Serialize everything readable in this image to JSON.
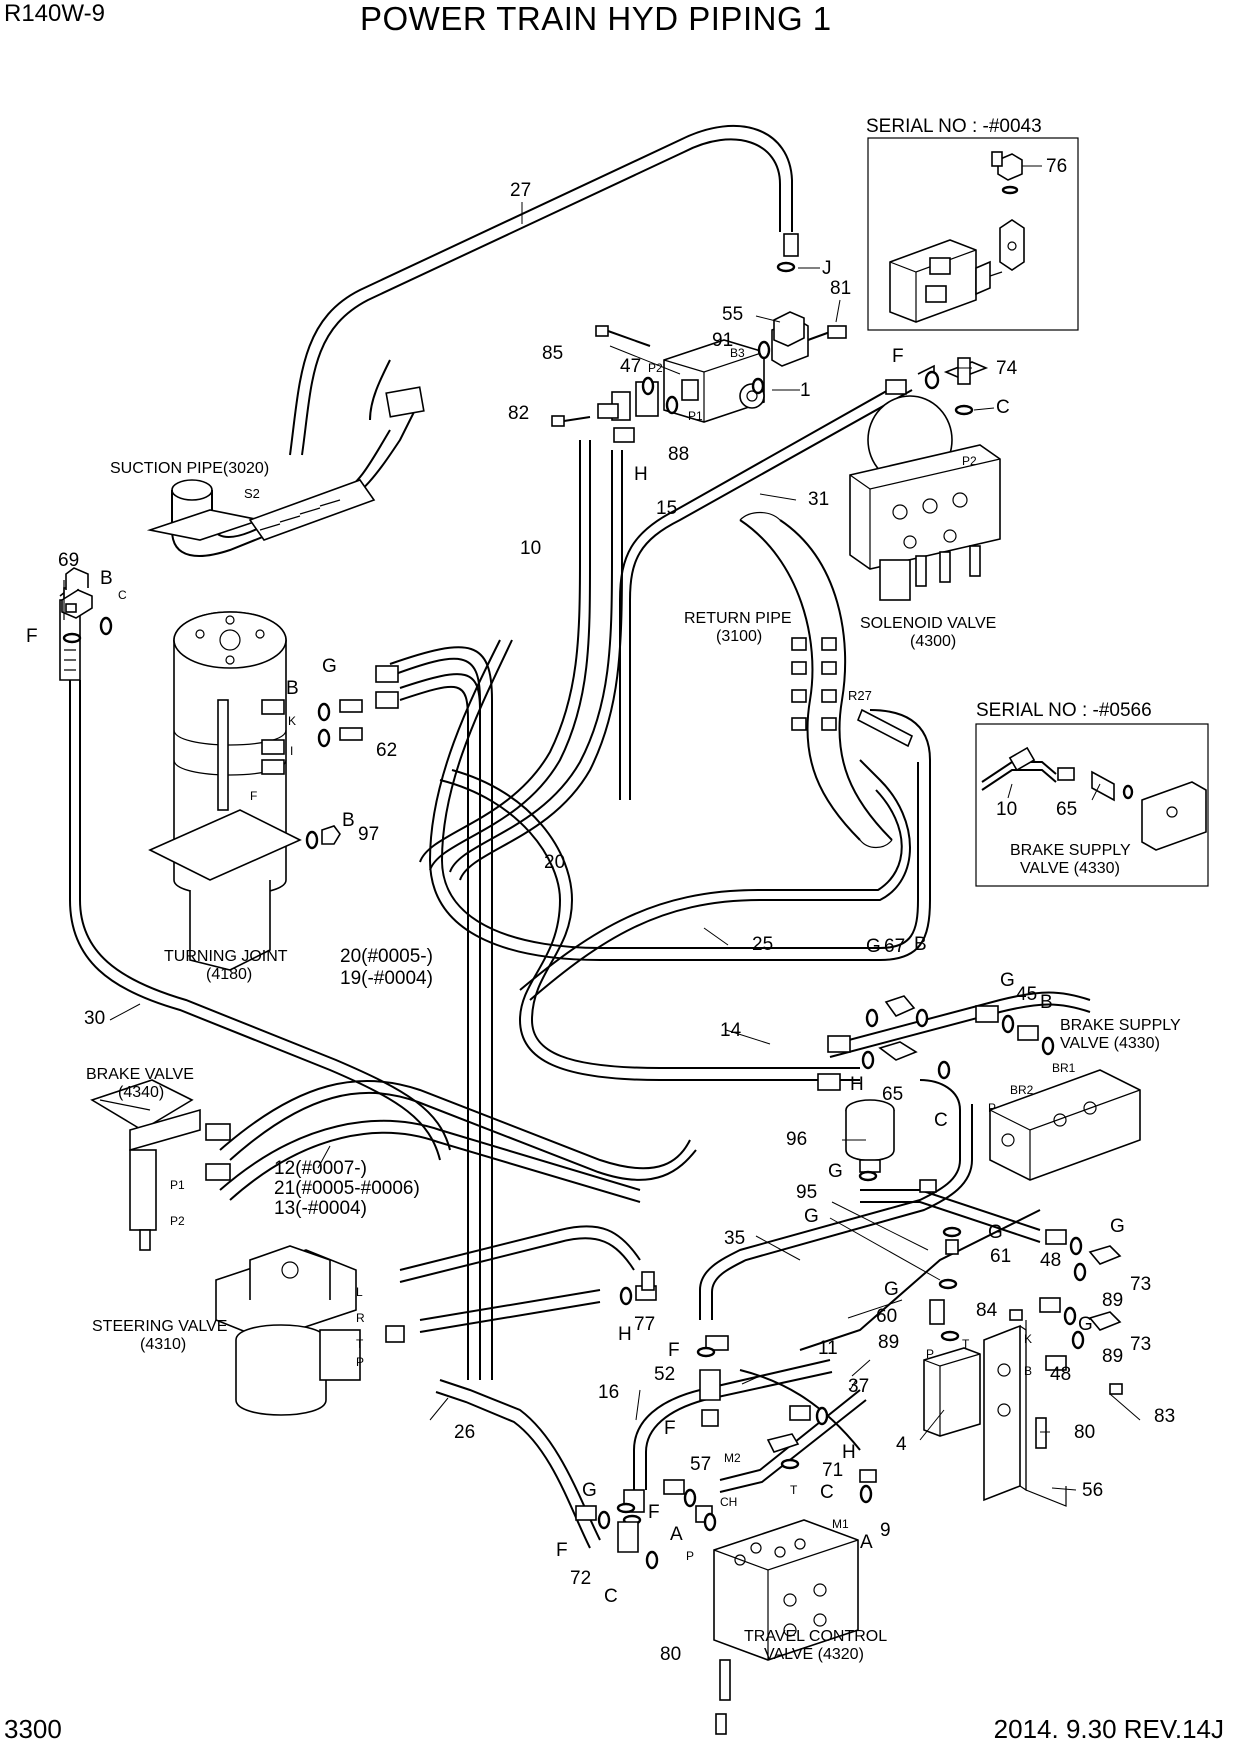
{
  "header": {
    "model": "R140W-9",
    "title": "POWER TRAIN HYD PIPING 1"
  },
  "footer": {
    "page": "3300",
    "date_rev": "2014. 9.30  REV.14J"
  },
  "insets": {
    "top": {
      "serial": "SERIAL NO : -#0043",
      "callout": "76"
    },
    "right": {
      "serial": "SERIAL NO : -#0566",
      "callouts": [
        "10",
        "65"
      ],
      "label1": "BRAKE SUPPLY",
      "label2": "VALVE (4330)"
    }
  },
  "components": {
    "suction_pipe": "SUCTION PIPE(3020)",
    "suction_port": "S2",
    "return_pipe_1": "RETURN PIPE",
    "return_pipe_2": "(3100)",
    "return_port": "R27",
    "solenoid_1": "SOLENOID VALVE",
    "solenoid_2": "(4300)",
    "solenoid_port": "P2",
    "turning_joint_1": "TURNING JOINT",
    "turning_joint_2": "(4180)",
    "brake_valve_1": "BRAKE VALVE",
    "brake_valve_2": "(4340)",
    "brake_supply_1": "BRAKE SUPPLY",
    "brake_supply_2": "VALVE (4330)",
    "steering_valve_1": "STEERING VALVE",
    "steering_valve_2": "(4310)",
    "travel_control_1": "TRAVEL CONTROL",
    "travel_control_2": "VALVE (4320)"
  },
  "port_labels": {
    "pump_b3": "B3",
    "pump_p1": "P1",
    "pump_p2": "P2",
    "tj_c": "C",
    "tj_k": "K",
    "tj_i": "I",
    "tj_f": "F",
    "bv_p1": "P1",
    "bv_p2": "P2",
    "bs_br1": "BR1",
    "bs_br2": "BR2",
    "bs_p": "P",
    "sv_l": "L",
    "sv_r": "R",
    "sv_t": "T",
    "sv_p": "P",
    "tc_m2": "M2",
    "tc_ch": "CH",
    "tc_m1": "M1",
    "tc_p": "P",
    "tc_t": "T",
    "m4_p": "P",
    "m4_t": "T",
    "bk_k": "K",
    "bk_b": "B"
  },
  "callouts": [
    {
      "id": "c27",
      "text": "27"
    },
    {
      "id": "cJ",
      "text": "J"
    },
    {
      "id": "c81",
      "text": "81"
    },
    {
      "id": "c55",
      "text": "55"
    },
    {
      "id": "c91",
      "text": "91"
    },
    {
      "id": "c85",
      "text": "85"
    },
    {
      "id": "c47",
      "text": "47"
    },
    {
      "id": "c1",
      "text": "1"
    },
    {
      "id": "c82",
      "text": "82"
    },
    {
      "id": "c88",
      "text": "88"
    },
    {
      "id": "cH1",
      "text": "H"
    },
    {
      "id": "cF1",
      "text": "F"
    },
    {
      "id": "c74",
      "text": "74"
    },
    {
      "id": "cC1",
      "text": "C"
    },
    {
      "id": "c15",
      "text": "15"
    },
    {
      "id": "c31",
      "text": "31"
    },
    {
      "id": "c10",
      "text": "10"
    },
    {
      "id": "c69",
      "text": "69"
    },
    {
      "id": "cB1",
      "text": "B"
    },
    {
      "id": "cF2",
      "text": "F"
    },
    {
      "id": "cG1",
      "text": "G"
    },
    {
      "id": "cB2",
      "text": "B"
    },
    {
      "id": "c62",
      "text": "62"
    },
    {
      "id": "cB3",
      "text": "B"
    },
    {
      "id": "c97",
      "text": "97"
    },
    {
      "id": "c20",
      "text": "20"
    },
    {
      "id": "c25",
      "text": "25"
    },
    {
      "id": "c20b",
      "text": "20(#0005-)"
    },
    {
      "id": "c19",
      "text": "19(-#0004)"
    },
    {
      "id": "c30",
      "text": "30"
    },
    {
      "id": "c14",
      "text": "14"
    },
    {
      "id": "cG2",
      "text": "G"
    },
    {
      "id": "c67",
      "text": "67"
    },
    {
      "id": "cB4",
      "text": "B"
    },
    {
      "id": "cG3",
      "text": "G"
    },
    {
      "id": "c45",
      "text": "45"
    },
    {
      "id": "cB5",
      "text": "B"
    },
    {
      "id": "cH2",
      "text": "H"
    },
    {
      "id": "c65",
      "text": "65"
    },
    {
      "id": "cC2",
      "text": "C"
    },
    {
      "id": "c96",
      "text": "96"
    },
    {
      "id": "cG4",
      "text": "G"
    },
    {
      "id": "c12",
      "text": "12(#0007-)"
    },
    {
      "id": "c21",
      "text": "21(#0005-#0006)"
    },
    {
      "id": "c13",
      "text": "13(-#0004)"
    },
    {
      "id": "c95",
      "text": "95"
    },
    {
      "id": "cG5",
      "text": "G"
    },
    {
      "id": "cG6",
      "text": "G"
    },
    {
      "id": "c61",
      "text": "61"
    },
    {
      "id": "c35",
      "text": "35"
    },
    {
      "id": "c48a",
      "text": "48"
    },
    {
      "id": "cG7",
      "text": "G"
    },
    {
      "id": "c73a",
      "text": "73"
    },
    {
      "id": "cG8",
      "text": "G"
    },
    {
      "id": "c60",
      "text": "60"
    },
    {
      "id": "c89a",
      "text": "89"
    },
    {
      "id": "c84",
      "text": "84"
    },
    {
      "id": "c89b",
      "text": "89"
    },
    {
      "id": "cG9",
      "text": "G"
    },
    {
      "id": "c73b",
      "text": "73"
    },
    {
      "id": "c89c",
      "text": "89"
    },
    {
      "id": "c48b",
      "text": "48"
    },
    {
      "id": "c77",
      "text": "77"
    },
    {
      "id": "cH3",
      "text": "H"
    },
    {
      "id": "c11",
      "text": "11"
    },
    {
      "id": "cF3",
      "text": "F"
    },
    {
      "id": "c52",
      "text": "52"
    },
    {
      "id": "c83",
      "text": "83"
    },
    {
      "id": "c16",
      "text": "16"
    },
    {
      "id": "c37",
      "text": "37"
    },
    {
      "id": "cF4",
      "text": "F"
    },
    {
      "id": "c26",
      "text": "26"
    },
    {
      "id": "c4",
      "text": "4"
    },
    {
      "id": "c80a",
      "text": "80"
    },
    {
      "id": "cH4",
      "text": "H"
    },
    {
      "id": "c71",
      "text": "71"
    },
    {
      "id": "c57",
      "text": "57"
    },
    {
      "id": "cG10",
      "text": "G"
    },
    {
      "id": "cC3",
      "text": "C"
    },
    {
      "id": "c56",
      "text": "56"
    },
    {
      "id": "cF5",
      "text": "F"
    },
    {
      "id": "cA1",
      "text": "A"
    },
    {
      "id": "c9",
      "text": "9"
    },
    {
      "id": "cF6",
      "text": "F"
    },
    {
      "id": "cA2",
      "text": "A"
    },
    {
      "id": "c72",
      "text": "72"
    },
    {
      "id": "cC4",
      "text": "C"
    },
    {
      "id": "c80b",
      "text": "80"
    }
  ]
}
